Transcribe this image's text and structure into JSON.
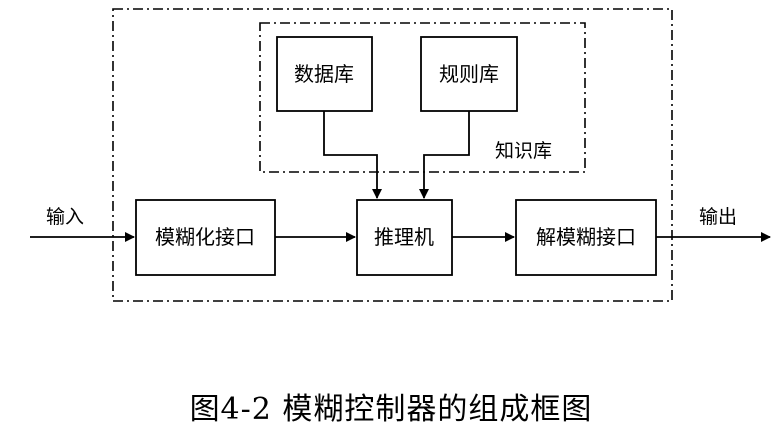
{
  "diagram": {
    "input_label": "输入",
    "output_label": "输出",
    "knowledge_base_label": "知识库",
    "database_label": "数据库",
    "rule_base_label": "规则库",
    "fuzzification_label": "模糊化接口",
    "inference_label": "推理机",
    "defuzzification_label": "解模糊接口"
  },
  "caption": "图4-2 模糊控制器的组成框图"
}
